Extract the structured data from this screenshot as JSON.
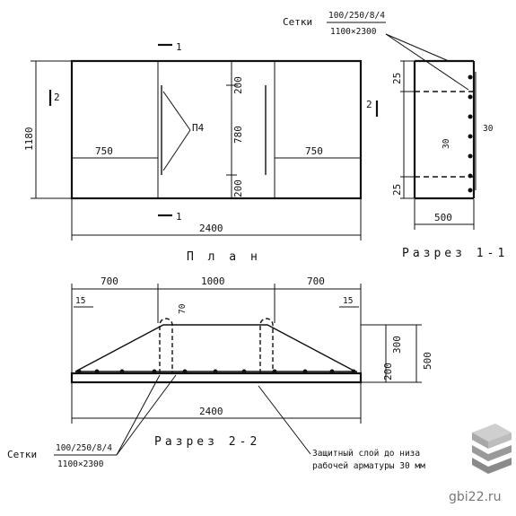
{
  "plan": {
    "title": "П л а н",
    "overall_width": "2400",
    "height_total": "1180",
    "left_span": "750",
    "right_span": "750",
    "middle_vert_top": "200",
    "middle_vert_mid": "780",
    "middle_vert_bottom": "200",
    "loop_label": "П4",
    "section_mark_1": "1",
    "section_mark_2": "2"
  },
  "mesh_top": {
    "prefix": "Сетки",
    "spec": "100/250/8/4",
    "size": "1100×2300"
  },
  "section_1_1": {
    "title": "Разрез 1-1",
    "width": "500",
    "top_offset": "25",
    "bottom_offset": "25",
    "dim_30_a": "30",
    "dim_30_b": "30"
  },
  "section_2_2": {
    "title": "Разрез 2-2",
    "left_span": "700",
    "middle_span": "1000",
    "right_span": "700",
    "left_edge": "15",
    "right_edge": "15",
    "loop_dim": "70",
    "height_300": "300",
    "height_200": "200",
    "height_500": "500",
    "overall_width": "2400"
  },
  "mesh_bottom": {
    "prefix": "Сетки",
    "spec": "100/250/8/4",
    "size": "1100×2300"
  },
  "note": {
    "line1": "Защитный слой до низа",
    "line2": "рабочей арматуры 30 мм"
  },
  "watermark": "gbi22.ru"
}
